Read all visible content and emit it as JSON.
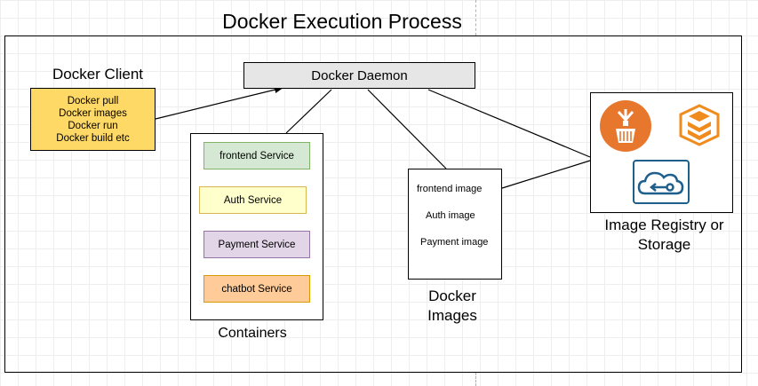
{
  "title": "Docker Execution Process",
  "daemon": {
    "label": "Docker Daemon"
  },
  "client": {
    "label": "Docker Client",
    "commands": [
      "Docker pull",
      "Docker images",
      "Docker run",
      "Docker build etc"
    ]
  },
  "containers": {
    "label": "Containers",
    "services": [
      "frontend Service",
      "Auth Service",
      "Payment Service",
      "chatbot Service"
    ]
  },
  "images": {
    "label_line1": "Docker",
    "label_line2": "Images",
    "items": [
      "frontend image",
      "Auth image",
      "Payment image"
    ]
  },
  "registry": {
    "label": "Image Registry or Storage",
    "icons": [
      "ecr-container-registry-icon",
      "stacked-layers-icon",
      "cloud-transfer-icon"
    ]
  },
  "colors": {
    "daemon_fill": "#e6e6e6",
    "client_fill": "#ffd966",
    "frontend_fill": "#d5e8d4",
    "auth_fill": "#ffffcc",
    "payment_fill": "#e1d5e7",
    "chatbot_fill": "#ffcc99",
    "ecr_orange": "#e8772e",
    "cloud_blue": "#1f5f8b"
  }
}
